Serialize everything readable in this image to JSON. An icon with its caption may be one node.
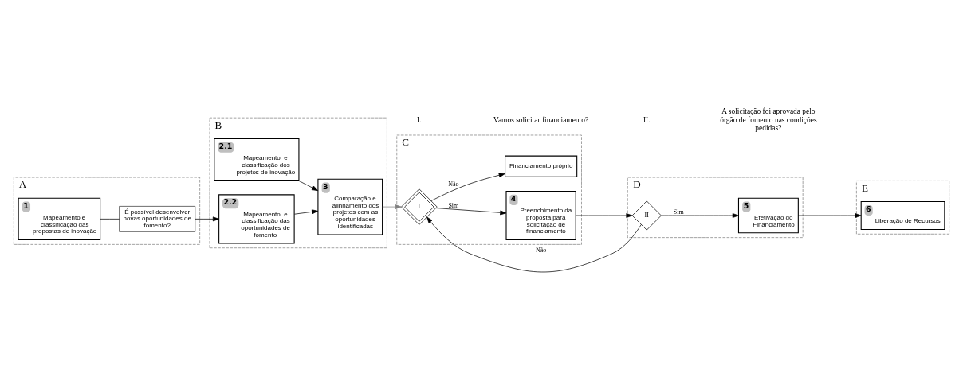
{
  "diagram": {
    "nodes": [
      {
        "text": [
          "A"
        ]
      },
      {
        "text": [
          "1",
          "Mapeamento e classificação das propostas de inovação"
        ],
        "in": 0
      },
      {
        "text": [
          "É possível desenvolver novas oportunidades de fomento?"
        ],
        "in": 0
      },
      {
        "text": [
          "B"
        ]
      },
      {
        "text": [
          "2.1",
          "Mapeamento  e classificação dos projetos de inovação"
        ],
        "in": 3
      },
      {
        "text": [
          "2.2",
          "Mapeamento  e classificação das oportunidades de fomento"
        ],
        "in": 3
      },
      {
        "text": [
          "3",
          "Comparação e alinhamento dos projetos com as oportunidades identificadas"
        ],
        "in": 3
      },
      {
        "text": [
          "C"
        ]
      },
      {
        "text": [
          "I"
        ],
        "in": 7
      },
      {
        "text": [
          "4",
          "Preenchimento da proposta para solicitação de financiamento"
        ],
        "in": 7
      },
      {
        "text": [
          "Financiamento próprio"
        ],
        "in": 7
      },
      {
        "text": [
          "D"
        ]
      },
      {
        "text": [
          "II"
        ],
        "in": 11
      },
      {
        "text": [
          "5",
          "Efetivação do Financiamento"
        ],
        "in": 11
      },
      {
        "text": [
          "E"
        ]
      },
      {
        "text": [
          "6",
          "Liberação de Recursos"
        ],
        "in": 14
      }
    ],
    "edges": [
      {
        "from": 1,
        "to": 2,
        "arrow": "none"
      },
      {
        "from": 2,
        "to": 5,
        "arrow": "to"
      },
      {
        "from": 4,
        "to": 6,
        "arrow": "to"
      },
      {
        "from": 5,
        "to": 6,
        "arrow": "to"
      },
      {
        "from": 6,
        "to": 8,
        "arrow": "to",
        "color": "#808080"
      },
      {
        "from": 8,
        "to": 9,
        "arrow": "to",
        "label": "Sim"
      },
      {
        "from": 8,
        "to": 10,
        "arrow": "to",
        "label": "Não"
      },
      {
        "from": 9,
        "to": 12,
        "arrow": "to"
      },
      {
        "from": 12,
        "to": 13,
        "arrow": "to",
        "label": "Sim"
      },
      {
        "from": 12,
        "to": 8,
        "arrow": "to",
        "label": "Não"
      },
      {
        "from": 13,
        "to": 15,
        "arrow": "to"
      }
    ],
    "labels": [
      "I.",
      "Vamos solicitar financiamento?",
      "II.",
      "A solicitação foi aprovada pelo órgão de fomento nas condições pedidas?"
    ]
  }
}
